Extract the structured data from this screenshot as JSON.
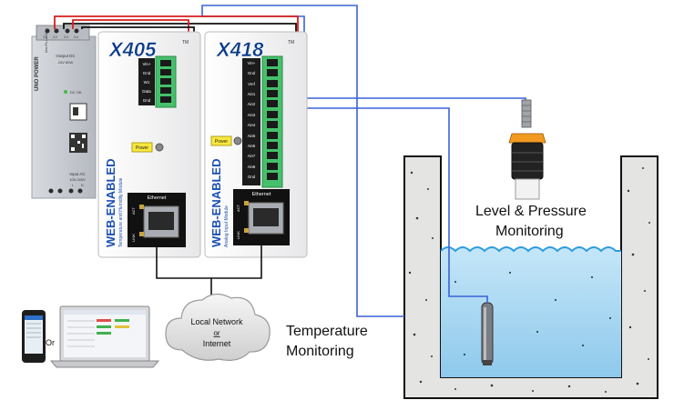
{
  "power_supply": {
    "brand": "UNO POWER",
    "model": "Uno-Ps-1ac/24dc",
    "output_title": "Output DC",
    "output_spec": "24V 60W",
    "dc_ok": "DC OK",
    "input_title": "Input AC",
    "input_spec": "100-240V",
    "terminal_labels": [
      "L",
      "N"
    ],
    "top_terminal_labels": [
      "3.1",
      "3.2",
      "3.3",
      "3.4"
    ]
  },
  "x405": {
    "logo": "X405",
    "tm": "TM",
    "terminals": [
      "Vin+",
      "Gnd",
      "W1",
      "Data",
      "Gnd"
    ],
    "power_label": "Power",
    "side_text": "WEB-ENABLED",
    "side_subtext": "Temperature and Humidity Module",
    "ethernet_label": "Ethernet",
    "act_label": "ACT",
    "link_label": "LINK"
  },
  "x418": {
    "logo": "X418",
    "tm": "TM",
    "terminals": [
      "Vin+",
      "Gnd",
      "Vref",
      "Ain1",
      "Ain2",
      "Ain3",
      "Ain4",
      "Ain5",
      "Ain6",
      "Ain7",
      "Ain8",
      "Gnd"
    ],
    "power_label": "Power",
    "side_text": "WEB-ENABLED",
    "side_subtext": "Analog Input Module",
    "ethernet_label": "Ethernet",
    "act_label": "ACT",
    "link_label": "LINK"
  },
  "network": {
    "line1": "Local Network",
    "line2": "or",
    "line3": "Internet"
  },
  "devices": {
    "or_label": "Or"
  },
  "labels": {
    "level_line1": "Level & Pressure",
    "level_line2": "Monitoring",
    "temp_line1": "Temperature",
    "temp_line2": "Monitoring"
  },
  "colors": {
    "red_wire": "#d81e1e",
    "black_wire": "#111111",
    "blue_wire": "#3a63d6",
    "terminal_green": "#45c06b",
    "water": "#a9d8f2",
    "concrete": "#e4e4e2",
    "sensor_orange": "#f29a1f",
    "psu_gray": "#c9ccd2"
  }
}
